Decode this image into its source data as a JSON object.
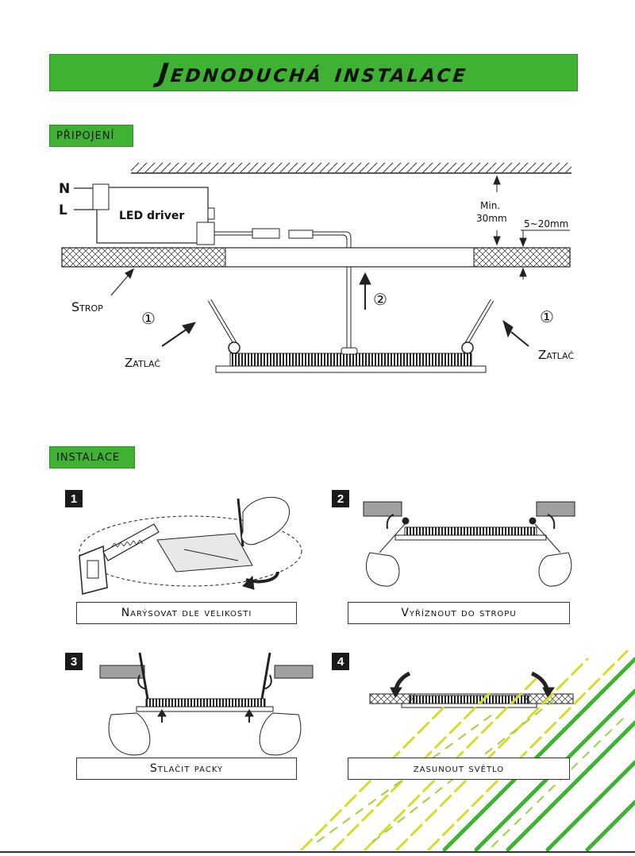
{
  "header": {
    "title": "Jednoduchá instalace"
  },
  "sections": {
    "connection": "PŘIPOJENÍ",
    "installation": "INSTALACE"
  },
  "wiring": {
    "n_label": "N",
    "l_label": "L",
    "driver_label": "LED driver",
    "min_label": "Min.",
    "min_value": "30mm",
    "thickness": "5~20mm",
    "ceiling_label": "Strop",
    "push_left": "Zatlač",
    "push_right": "Zatlač",
    "step_circle_1": "①",
    "step_circle_2": "②",
    "step_circle_1b": "①"
  },
  "steps": [
    {
      "number": "1",
      "caption": "Narýsovat dle velikosti"
    },
    {
      "number": "2",
      "caption": "Vyříznout do stropu"
    },
    {
      "number": "3",
      "caption": "Stlačit packy"
    },
    {
      "number": "4",
      "caption": "zasunout světlo"
    }
  ],
  "colors": {
    "accent": "#3fb233",
    "panel_gray": "#a0a0a0"
  }
}
